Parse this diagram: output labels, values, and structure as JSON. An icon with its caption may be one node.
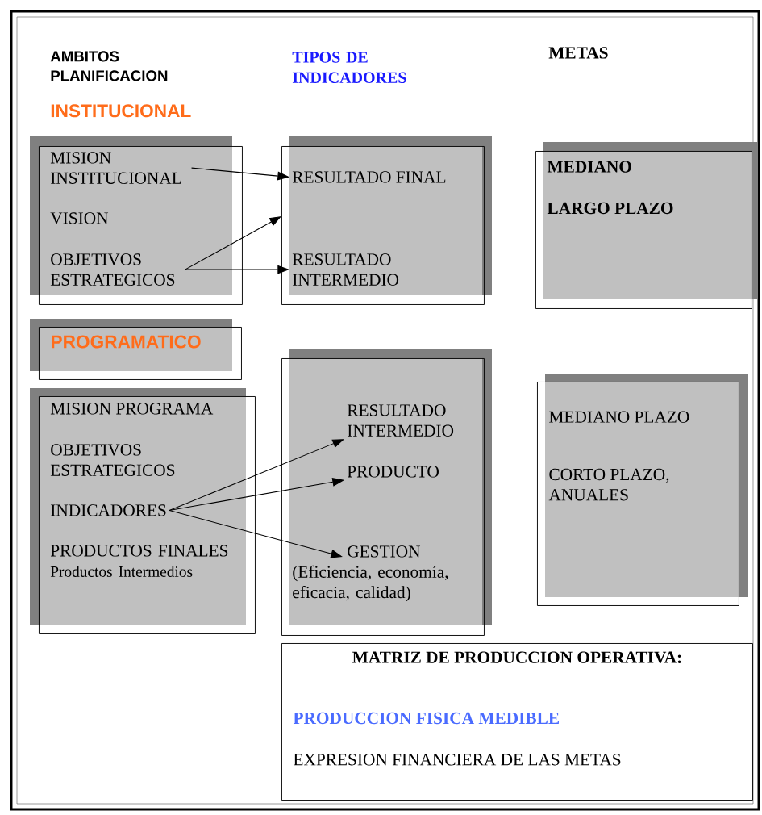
{
  "diagram": {
    "nodes": [
      {
        "text": [],
        "shape": "box"
      },
      {
        "text": [
          "MISION INSTITUCIONAL"
        ],
        "in": 0
      },
      {
        "text": [
          "VISION"
        ],
        "in": 0
      },
      {
        "text": [
          "OBJETIVOS ESTRATEGICOS"
        ],
        "in": 0
      },
      {
        "text": [],
        "shape": "box"
      },
      {
        "text": [
          "RESULTADO FINAL"
        ],
        "in": 4
      },
      {
        "text": [
          "RESULTADO INTERMEDIO"
        ],
        "in": 4
      },
      {
        "text": [
          "MEDIANO",
          "LARGO PLAZO"
        ]
      },
      {
        "text": [
          "PROGRAMATICO"
        ]
      },
      {
        "text": [],
        "shape": "box"
      },
      {
        "text": [
          "MISION PROGRAMA"
        ],
        "in": 9
      },
      {
        "text": [
          "OBJETIVOS ESTRATEGICOS"
        ],
        "in": 9
      },
      {
        "text": [
          "INDICADORES"
        ],
        "in": 9
      },
      {
        "text": [
          "PRODUCTOS FINALES",
          "Productos Intermedios"
        ],
        "in": 9
      },
      {
        "text": [],
        "shape": "box"
      },
      {
        "text": [
          "RESULTADO INTERMEDIO"
        ],
        "in": 14
      },
      {
        "text": [
          "PRODUCTO"
        ],
        "in": 14
      },
      {
        "text": [
          "GESTION",
          "(Eficiencia, economía, eficacia, calidad)"
        ],
        "in": 14
      },
      {
        "text": [
          "MEDIANO PLAZO",
          "CORTO PLAZO, ANUALES"
        ]
      },
      {
        "text": [
          "MATRIZ DE PRODUCCION OPERATIVA:",
          "PRODUCCION FISICA MEDIBLE",
          "EXPRESION FINANCIERA DE LAS METAS"
        ]
      }
    ],
    "edges": [
      {
        "from": 1,
        "to": 5,
        "arrow": "to"
      },
      {
        "from": 3,
        "to": 4,
        "arrow": "to"
      },
      {
        "from": 3,
        "to": 6,
        "arrow": "to"
      },
      {
        "from": 12,
        "to": 15,
        "arrow": "to"
      },
      {
        "from": 12,
        "to": 16,
        "arrow": "to"
      },
      {
        "from": 12,
        "to": 17,
        "arrow": "to"
      }
    ],
    "labels": [
      "AMBITOS PLANIFICACION",
      "TIPOS DE INDICADORES",
      "METAS",
      "INSTITUCIONAL"
    ]
  }
}
